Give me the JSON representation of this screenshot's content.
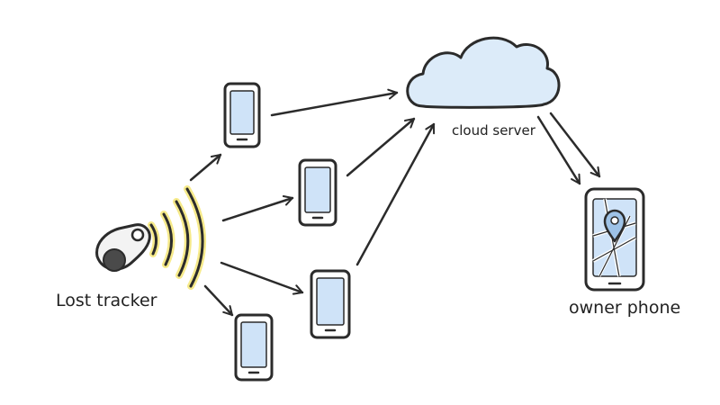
{
  "labels": {
    "tracker": "Lost tracker",
    "cloud": "cloud server",
    "owner": "owner phone"
  },
  "colors": {
    "ink": "#2b2b2b",
    "screen": "#cfe3f8",
    "cloud_fill": "#dcebf9",
    "signal_glow": "#f6ea8a",
    "tracker_body": "#f3f3f3",
    "map_pin": "#9ec2e6"
  },
  "icons": [
    "tracker-icon",
    "signal-waves-icon",
    "phone-icon",
    "cloud-icon",
    "map-pin-icon",
    "arrow-icon"
  ]
}
